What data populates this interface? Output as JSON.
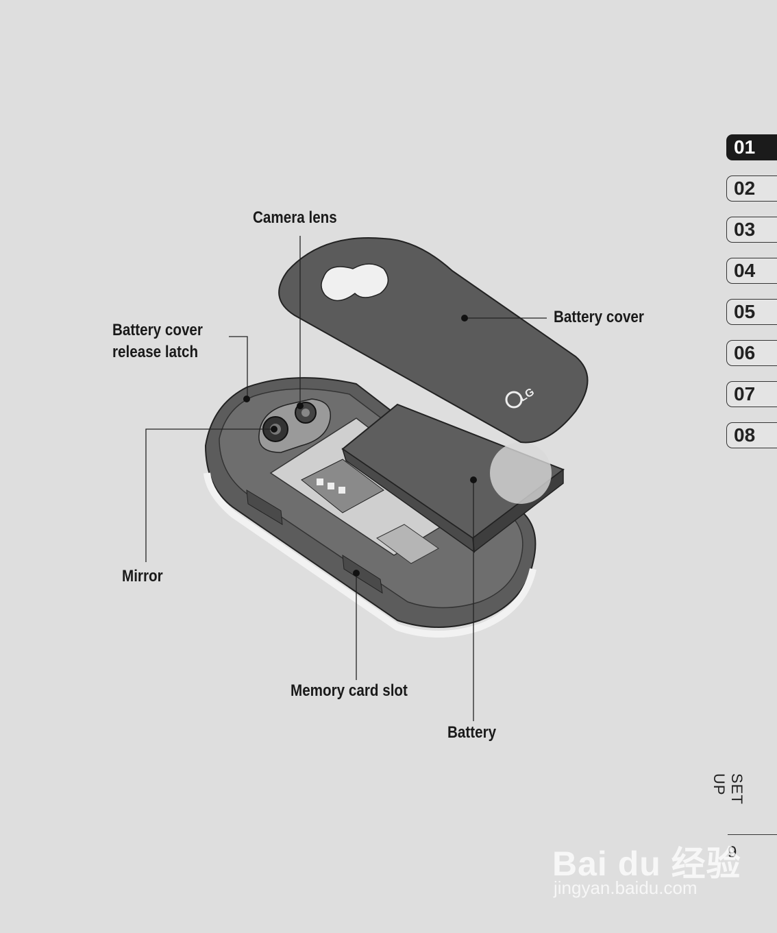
{
  "labels": {
    "camera_lens": "Camera lens",
    "battery_cover": "Battery cover",
    "latch_line1": "Battery cover",
    "latch_line2": "release latch",
    "mirror": "Mirror",
    "memory_card_slot": "Memory card slot",
    "battery": "Battery"
  },
  "brand": "LG",
  "chapter_tabs": [
    "01",
    "02",
    "03",
    "04",
    "05",
    "06",
    "07",
    "08"
  ],
  "active_tab": "01",
  "section_title": "SET UP",
  "page_number": "9",
  "watermark": {
    "logo": "Bai du 经验",
    "url": "jingyan.baidu.com"
  },
  "colors": {
    "background": "#dedede",
    "tab_active": "#1b1b1b",
    "device_dark": "#5a5a5a"
  }
}
